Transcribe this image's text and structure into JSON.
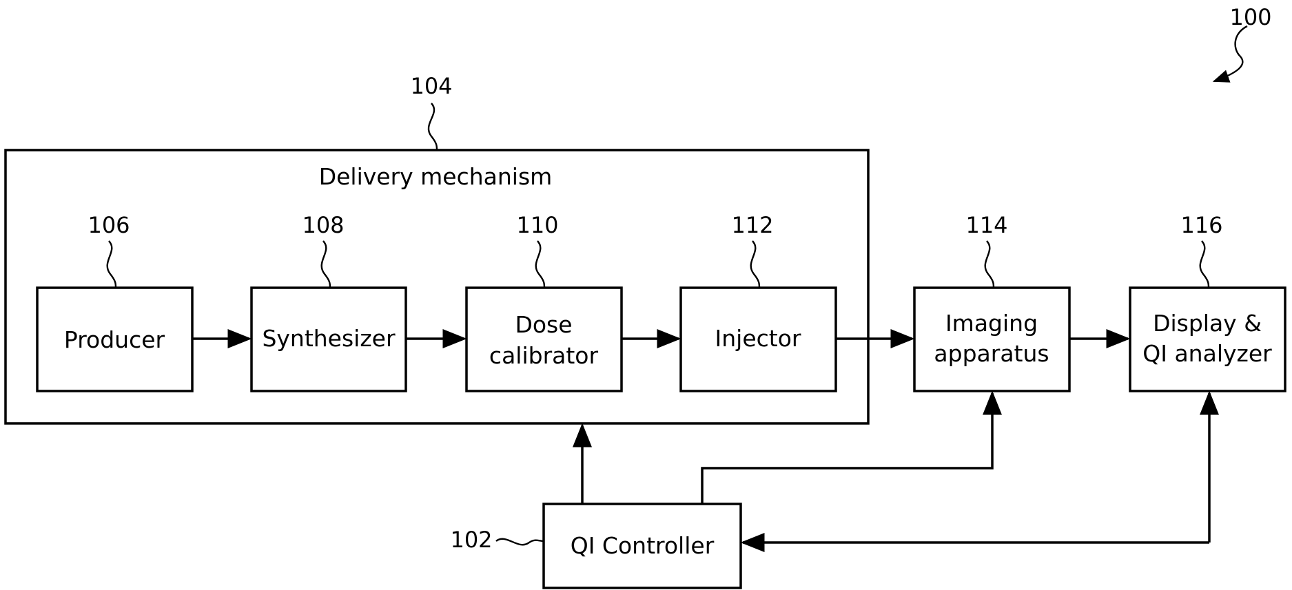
{
  "figure_number": "100",
  "delivery_mechanism": {
    "ref": "104",
    "label": "Delivery mechanism"
  },
  "blocks": {
    "producer": {
      "ref": "106",
      "lines": [
        "Producer"
      ]
    },
    "synthesizer": {
      "ref": "108",
      "lines": [
        "Synthesizer"
      ]
    },
    "dose_calibrator": {
      "ref": "110",
      "lines": [
        "Dose",
        "calibrator"
      ]
    },
    "injector": {
      "ref": "112",
      "lines": [
        "Injector"
      ]
    },
    "imaging_apparatus": {
      "ref": "114",
      "lines": [
        "Imaging",
        "apparatus"
      ]
    },
    "display_analyzer": {
      "ref": "116",
      "lines": [
        "Display &",
        "QI analyzer"
      ]
    },
    "qi_controller": {
      "ref": "102",
      "lines": [
        "QI Controller"
      ]
    }
  }
}
